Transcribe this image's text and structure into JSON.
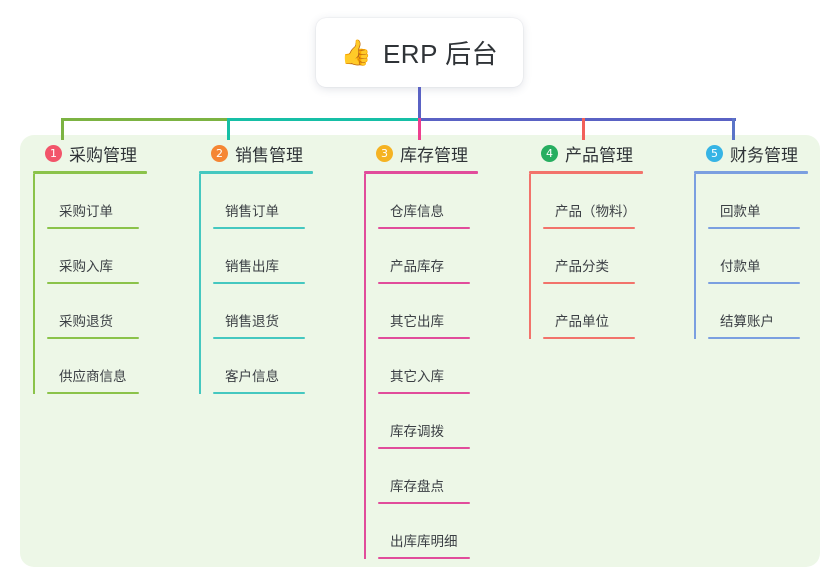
{
  "root": {
    "icon": "thumbs-up-icon",
    "emoji": "👍",
    "title": "ERP 后台"
  },
  "colors": {
    "panel_background": "#edf7e7",
    "page_background": "#ffffff",
    "root_connector": "#5a62c4",
    "text_primary": "#2f3337",
    "text_leaf": "#3b3f44"
  },
  "connector_bar": {
    "segments": [
      {
        "name": "green-segment",
        "color": "#7cb342"
      },
      {
        "name": "teal-segment",
        "color": "#16bfa6"
      },
      {
        "name": "purple-segment",
        "color": "#5a62c4"
      }
    ]
  },
  "columns": [
    {
      "number": "1",
      "title": "采购管理",
      "badge_color": "#f2556a",
      "line_color": "#8bc34a",
      "drop_color": "#7cb342",
      "items": [
        {
          "label": "采购订单"
        },
        {
          "label": "采购入库"
        },
        {
          "label": "采购退货"
        },
        {
          "label": "供应商信息"
        }
      ]
    },
    {
      "number": "2",
      "title": "销售管理",
      "badge_color": "#f58634",
      "line_color": "#45c8c0",
      "drop_color": "#16bfa6",
      "items": [
        {
          "label": "销售订单"
        },
        {
          "label": "销售出库"
        },
        {
          "label": "销售退货"
        },
        {
          "label": "客户信息"
        }
      ]
    },
    {
      "number": "3",
      "title": "库存管理",
      "badge_color": "#f5b323",
      "line_color": "#e14c9b",
      "drop_color": "#ed3f8f",
      "items": [
        {
          "label": "仓库信息"
        },
        {
          "label": "产品库存"
        },
        {
          "label": "其它出库"
        },
        {
          "label": "其它入库"
        },
        {
          "label": "库存调拨"
        },
        {
          "label": "库存盘点"
        },
        {
          "label": "出库库明细"
        }
      ]
    },
    {
      "number": "4",
      "title": "产品管理",
      "badge_color": "#27ae60",
      "line_color": "#f2736b",
      "drop_color": "#f2605a",
      "items": [
        {
          "label": "产品（物料）"
        },
        {
          "label": "产品分类"
        },
        {
          "label": "产品单位"
        }
      ]
    },
    {
      "number": "5",
      "title": "财务管理",
      "badge_color": "#36b4e5",
      "line_color": "#7b9fe0",
      "drop_color": "#5a74c8",
      "items": [
        {
          "label": "回款单"
        },
        {
          "label": "付款单"
        },
        {
          "label": "结算账户"
        }
      ]
    }
  ]
}
